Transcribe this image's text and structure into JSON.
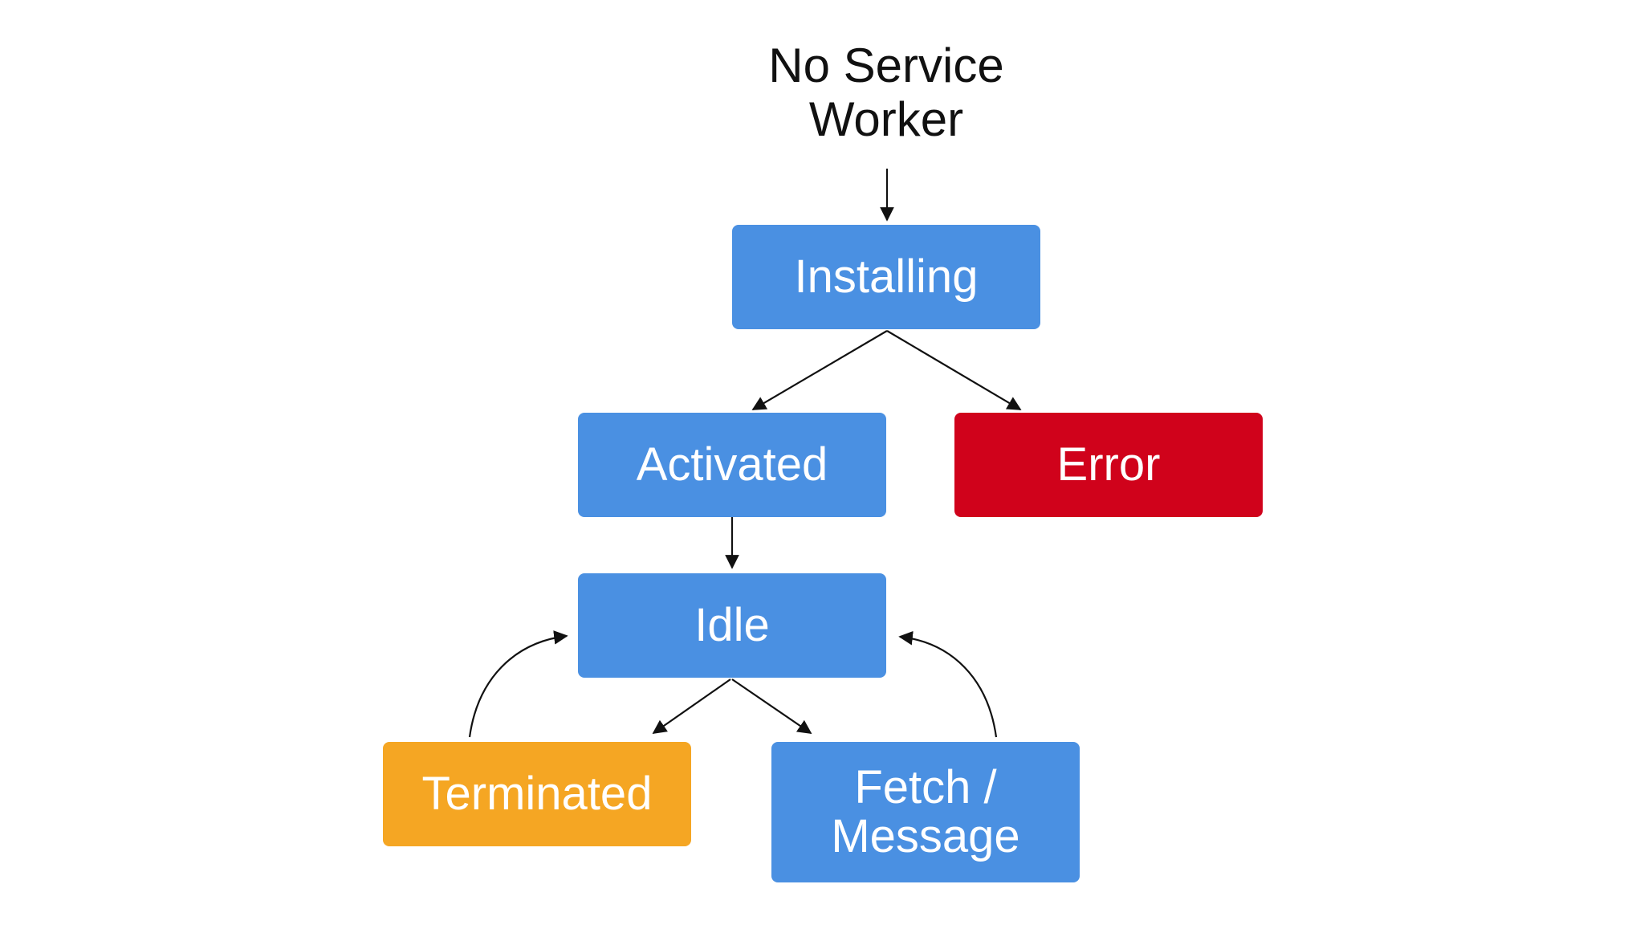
{
  "diagram": {
    "start": {
      "label": "No Service\nWorker"
    },
    "nodes": [
      {
        "id": "installing",
        "label": "Installing",
        "color": "#4a90e2"
      },
      {
        "id": "activated",
        "label": "Activated",
        "color": "#4a90e2"
      },
      {
        "id": "error",
        "label": "Error",
        "color": "#d0021b"
      },
      {
        "id": "idle",
        "label": "Idle",
        "color": "#4a90e2"
      },
      {
        "id": "terminated",
        "label": "Terminated",
        "color": "#f5a623"
      },
      {
        "id": "fetch",
        "label": "Fetch /\nMessage",
        "color": "#4a90e2"
      }
    ],
    "edges": [
      {
        "from": "start",
        "to": "installing"
      },
      {
        "from": "installing",
        "to": "activated"
      },
      {
        "from": "installing",
        "to": "error"
      },
      {
        "from": "activated",
        "to": "idle"
      },
      {
        "from": "idle",
        "to": "terminated"
      },
      {
        "from": "idle",
        "to": "fetch"
      },
      {
        "from": "terminated",
        "to": "idle"
      },
      {
        "from": "fetch",
        "to": "idle"
      }
    ]
  }
}
